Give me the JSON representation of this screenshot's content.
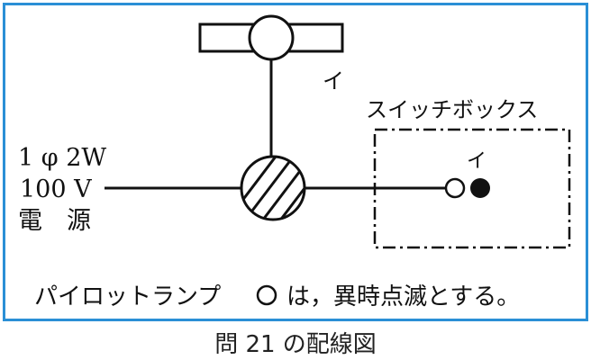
{
  "source": {
    "line1": "1 φ 2W",
    "line2": "100 V",
    "line3": "電　源"
  },
  "ceiling_label": "イ",
  "switch_box": {
    "title": "スイッチボックス",
    "label": "イ"
  },
  "note": "パイロットランプ",
  "note_tail": "は，異時点滅とする。",
  "caption": "問 21 の配線図",
  "colors": {
    "frame": "#2a8fd6",
    "line": "#111111"
  }
}
